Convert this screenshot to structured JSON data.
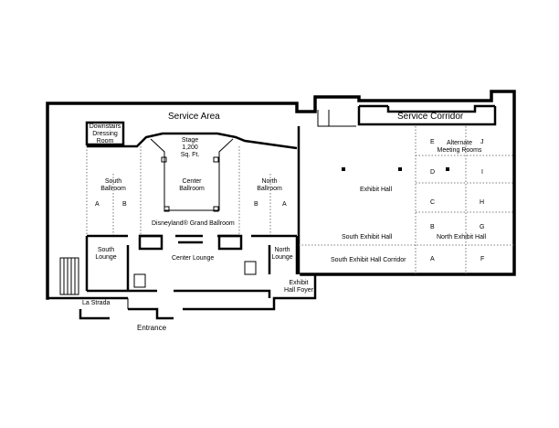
{
  "rooms": {
    "service_area": "Service Area",
    "service_corridor": "Service Corridor",
    "downstairs_dressing_line1": "Downstairs",
    "downstairs_dressing_line2": "Dressing",
    "downstairs_dressing_line3": "Room",
    "stage_line1": "Stage",
    "stage_line2": "1,200",
    "stage_line3": "Sq. Ft.",
    "center_ballroom_line1": "Center",
    "center_ballroom_line2": "Ballroom",
    "south_ballroom_line1": "South",
    "south_ballroom_line2": "Ballroom",
    "north_ballroom_line1": "North",
    "north_ballroom_line2": "Ballroom",
    "south_a": "A",
    "south_b": "B",
    "north_b": "B",
    "north_a": "A",
    "disneyland_grand_ballroom": "Disneyland® Grand Ballroom",
    "south_lounge_line1": "South",
    "south_lounge_line2": "Lounge",
    "center_lounge": "Center Lounge",
    "north_lounge_line1": "North",
    "north_lounge_line2": "Lounge",
    "exhibit_hall_foyer_line1": "Exhibit",
    "exhibit_hall_foyer_line2": "Hall Foyer",
    "la_strada": "La Strada",
    "entrance": "Entrance",
    "exhibit_hall": "Exhibit Hall",
    "south_exhibit_hall": "South Exhibit Hall",
    "north_exhibit_hall": "North Exhibit Hall",
    "south_exhibit_hall_corridor": "South Exhibit Hall Corridor",
    "alternate_meeting_line1": "Alternate",
    "alternate_meeting_line2": "Meeting Rooms",
    "room_e": "E",
    "room_j": "J",
    "room_d": "D",
    "room_i": "I",
    "room_c": "C",
    "room_h": "H",
    "room_b": "B",
    "room_g": "G",
    "room_a": "A",
    "room_f": "F"
  }
}
